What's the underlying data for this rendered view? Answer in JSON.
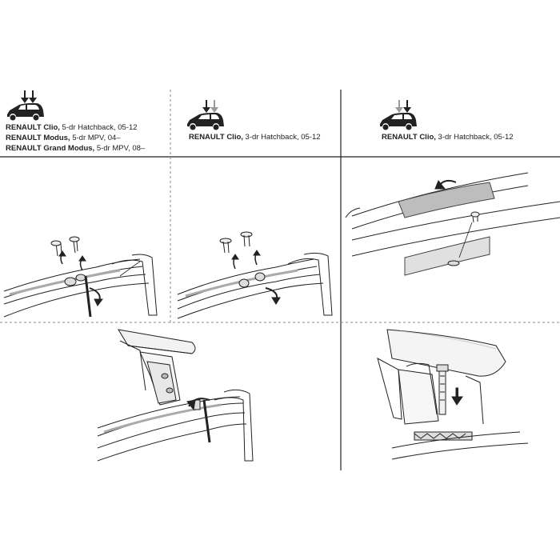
{
  "header": {
    "col1": {
      "lines": [
        {
          "make_model": "RENAULT Clio,",
          "spec": " 5-dr Hatchback, 05-12"
        },
        {
          "make_model": "RENAULT Modus,",
          "spec": " 5-dr MPV, 04–"
        },
        {
          "make_model": "RENAULT Grand Modus,",
          "spec": " 5-dr MPV, 08–"
        }
      ],
      "icon": "car-hatchback-5dr-icon"
    },
    "col2": {
      "lines": [
        {
          "make_model": "RENAULT Clio,",
          "spec": " 3-dr Hatchback, 05-12"
        }
      ],
      "icon": "car-hatchback-3dr-icon"
    },
    "col3": {
      "lines": [
        {
          "make_model": "RENAULT Clio,",
          "spec": " 3-dr Hatchback, 05-12"
        }
      ],
      "icon": "car-hatchback-3dr-icon"
    }
  },
  "colors": {
    "line": "#222222",
    "fill_light": "#f2f2f2",
    "fill_mid": "#bdbdbd",
    "fill_dark": "#555555",
    "arrow_grey": "#9a9a9a",
    "divider": "#888888"
  }
}
